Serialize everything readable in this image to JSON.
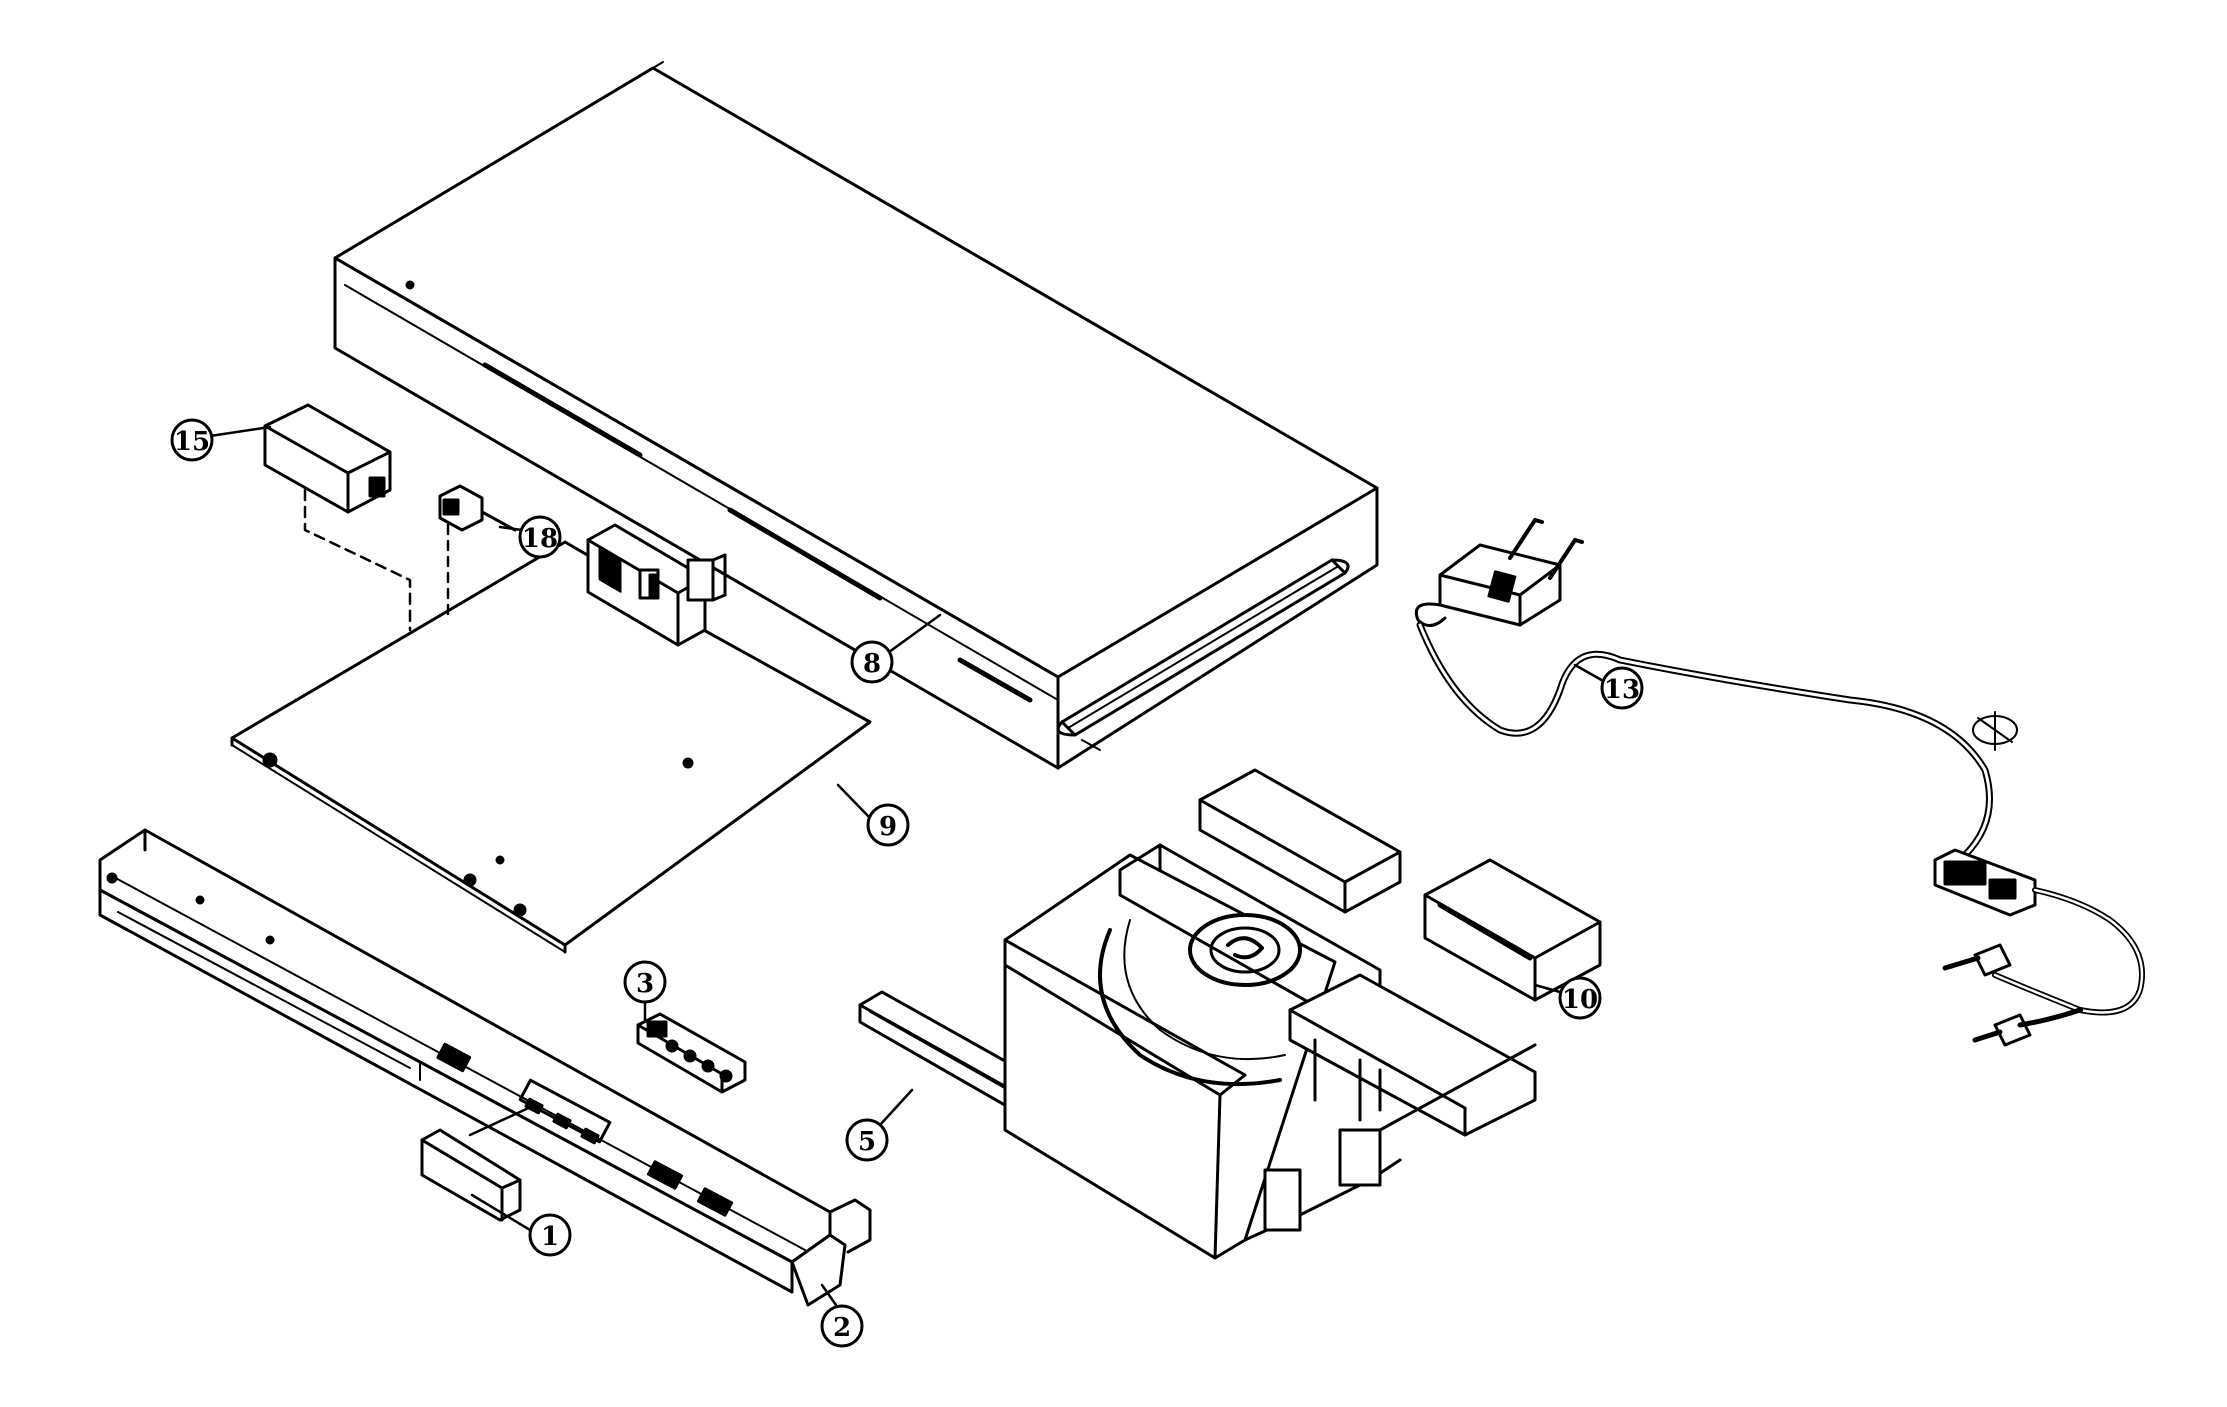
{
  "diagram": {
    "line_color": "#000000",
    "background": "#ffffff",
    "callouts": [
      {
        "id": "c15",
        "label": "15",
        "part": "rear-bracket"
      },
      {
        "id": "c18",
        "label": "18",
        "part": "connector-clip"
      },
      {
        "id": "c8",
        "label": "8",
        "part": "top-cover"
      },
      {
        "id": "c13",
        "label": "13",
        "part": "power-cord"
      },
      {
        "id": "c9",
        "label": "9",
        "part": "main-pcb"
      },
      {
        "id": "c3",
        "label": "3",
        "part": "key-board-pcb"
      },
      {
        "id": "c10",
        "label": "10",
        "part": "dvd-loader"
      },
      {
        "id": "c5",
        "label": "5",
        "part": "tray-door"
      },
      {
        "id": "c1",
        "label": "1",
        "part": "display-window"
      },
      {
        "id": "c2",
        "label": "2",
        "part": "front-panel"
      }
    ]
  }
}
